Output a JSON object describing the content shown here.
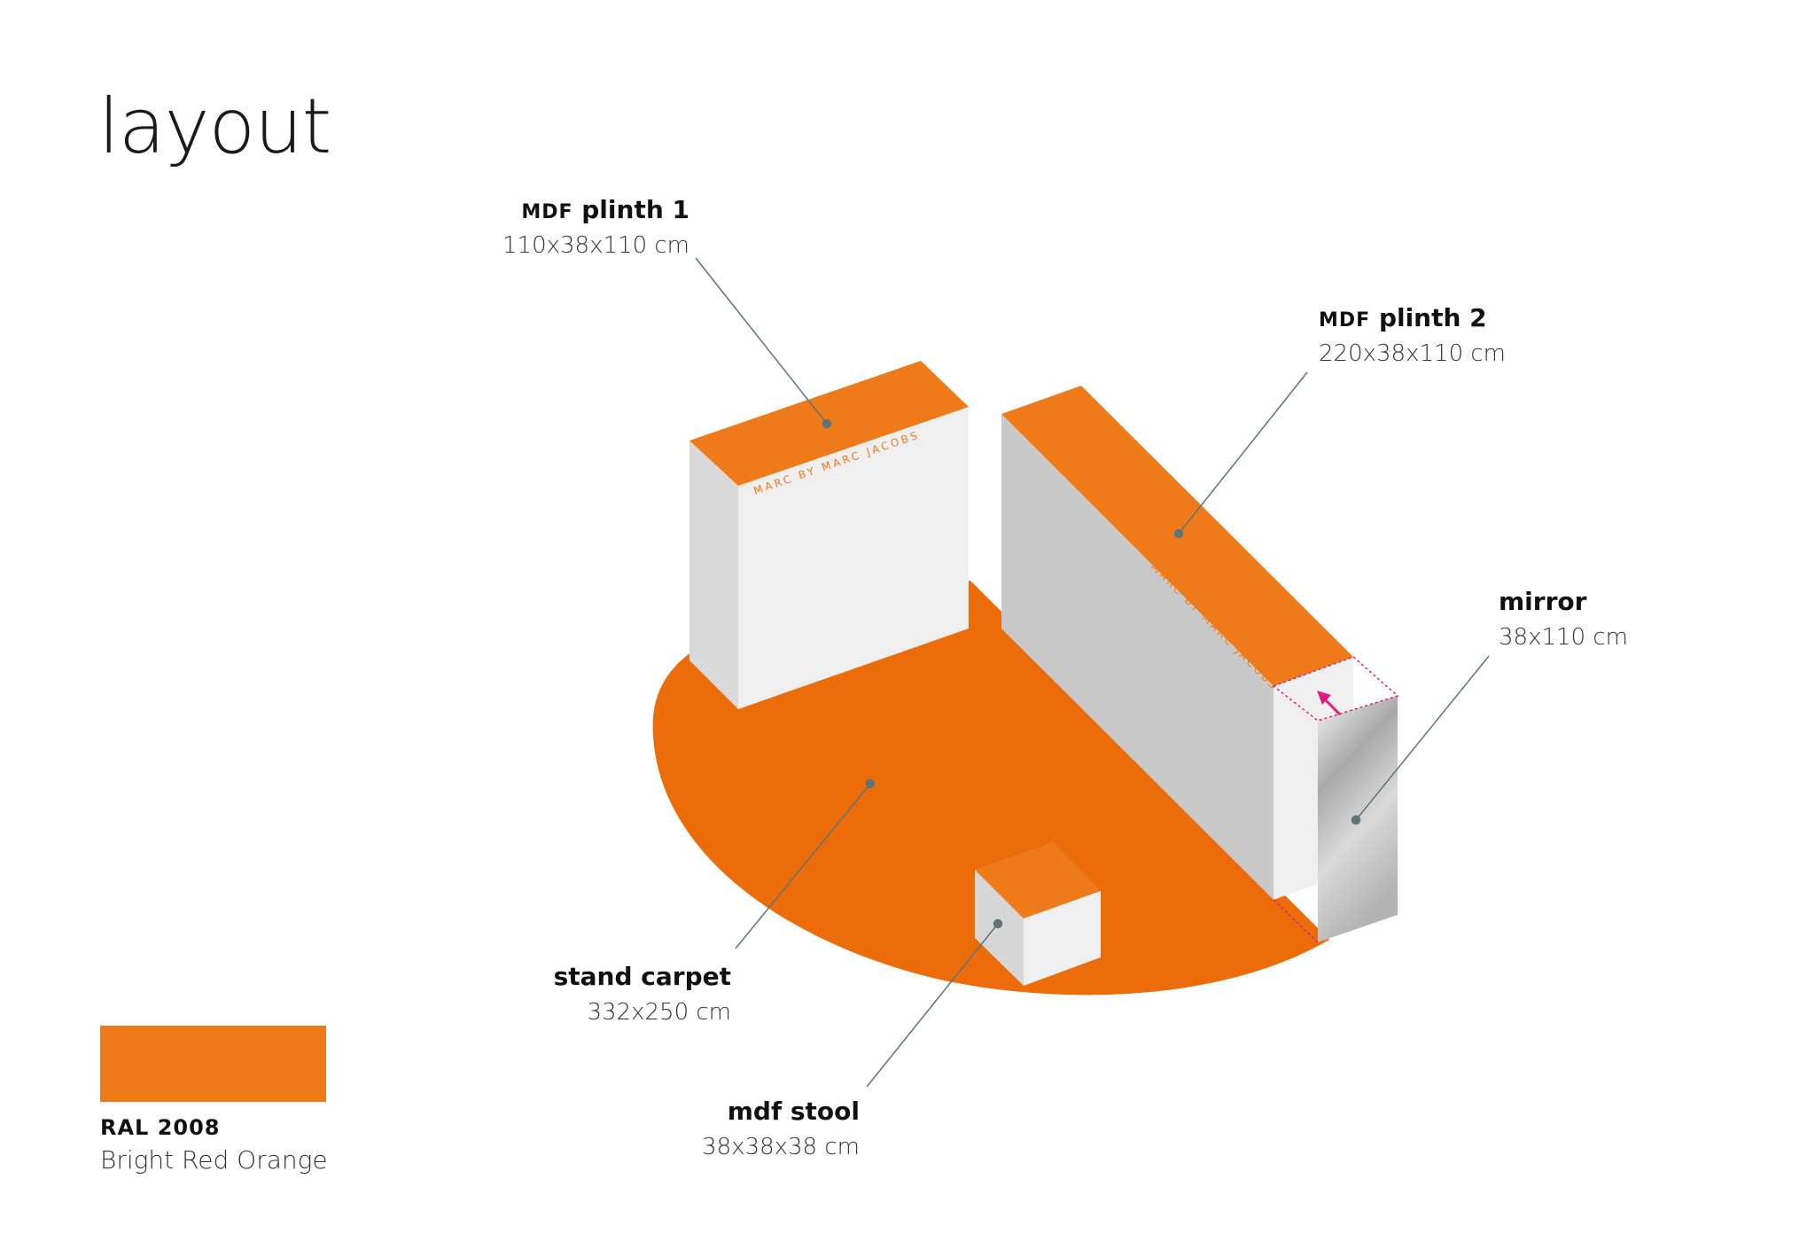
{
  "title": "layout",
  "colors": {
    "ral_orange": "#EE7A1A",
    "carpet": "#EC6C0A",
    "white_face": "#EFEFEF",
    "grey_side": "#D6D6D6",
    "leader": "#5F7478",
    "marker": "#E5197F"
  },
  "brand_text": "MARC BY MARC JACOBS",
  "items": {
    "plinth1": {
      "name_prefix": "MDF",
      "name": "plinth 1",
      "dims": "110x38x110 cm"
    },
    "plinth2": {
      "name_prefix": "MDF",
      "name": "plinth 2",
      "dims": "220x38x110 cm"
    },
    "mirror": {
      "name": "mirror",
      "dims": "38x110 cm"
    },
    "carpet": {
      "name": "stand carpet",
      "dims": "332x250 cm"
    },
    "stool": {
      "name": "mdf stool",
      "dims": "38x38x38 cm"
    }
  },
  "swatch": {
    "code": "RAL 2008",
    "name": "Bright Red Orange"
  }
}
